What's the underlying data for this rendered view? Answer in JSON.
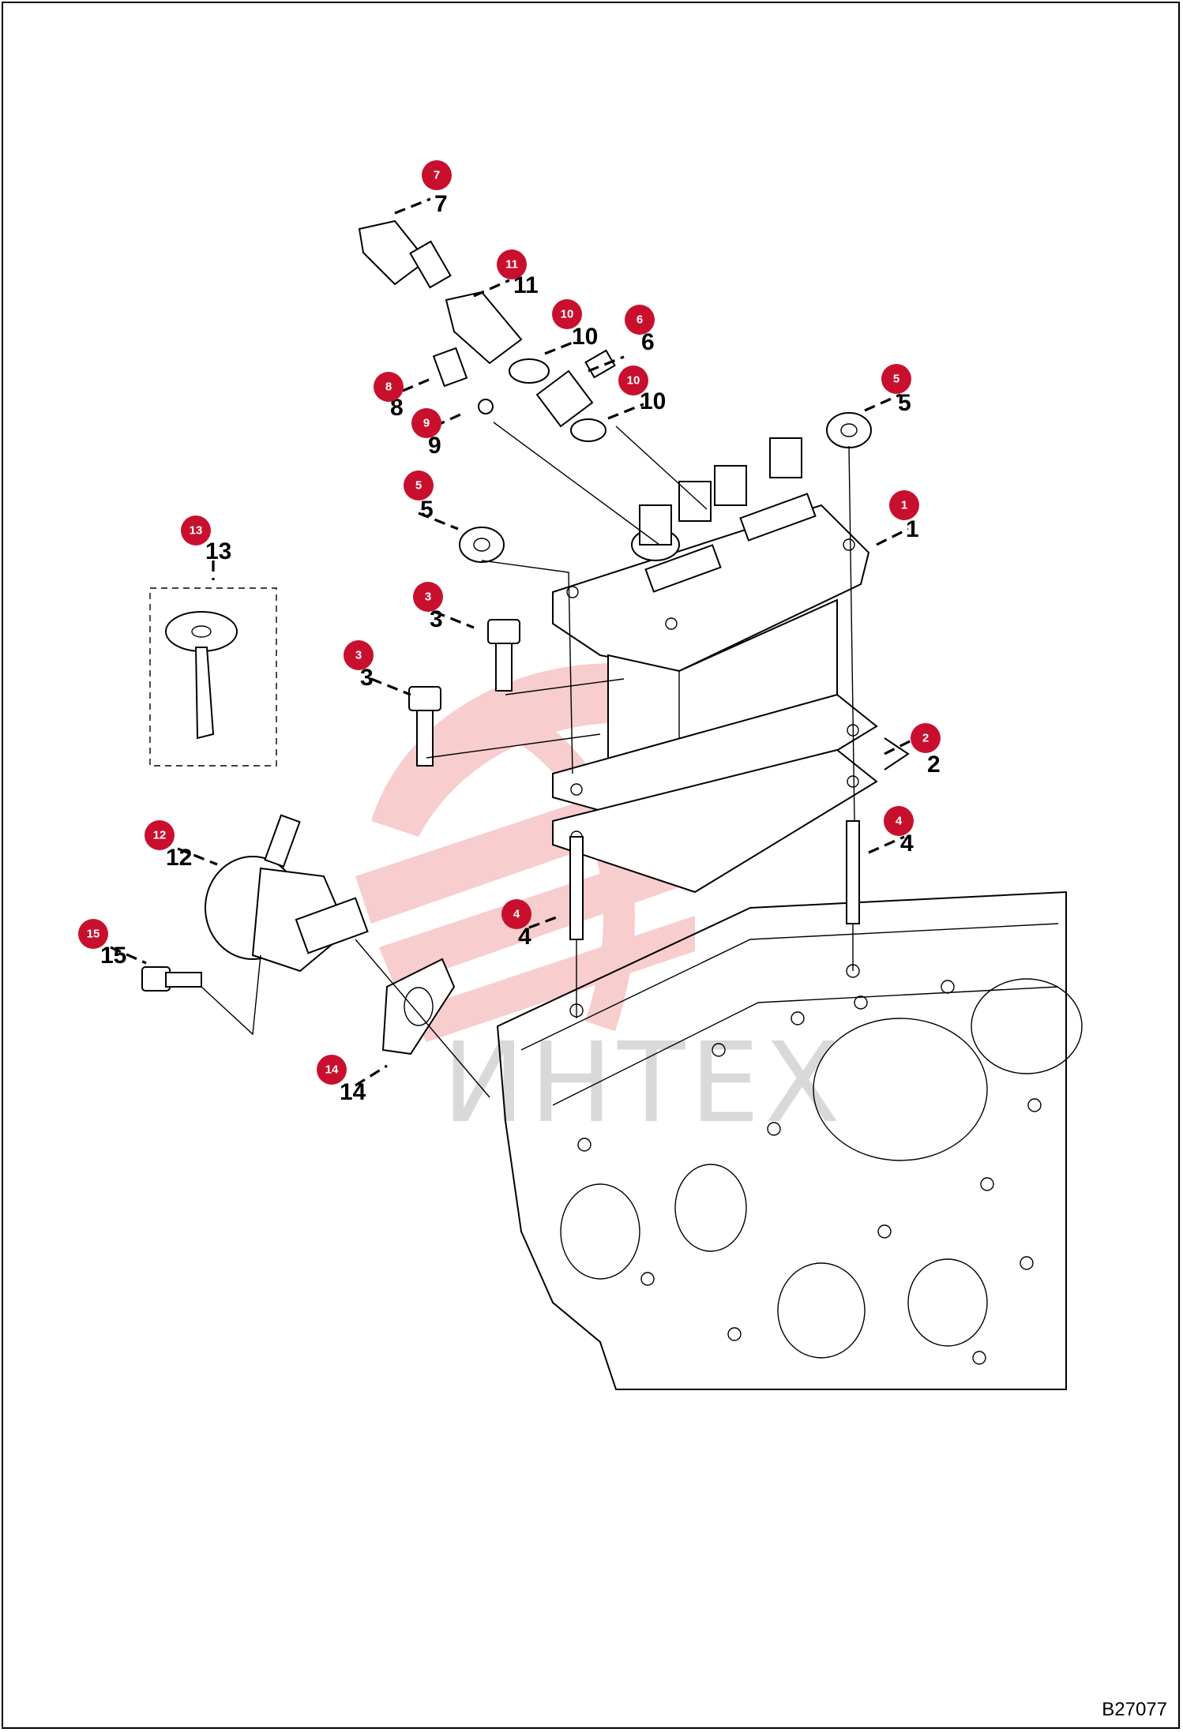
{
  "diagram": {
    "code": "B27077",
    "watermark": "ИНТЕХ",
    "callouts": [
      {
        "id": "c7",
        "label": "7",
        "plain": "7"
      },
      {
        "id": "c11",
        "label": "11",
        "plain": "11"
      },
      {
        "id": "c10a",
        "label": "10",
        "plain": "10"
      },
      {
        "id": "c6",
        "label": "6",
        "plain": "6"
      },
      {
        "id": "c8",
        "label": "8",
        "plain": "8"
      },
      {
        "id": "c10b",
        "label": "10",
        "plain": "10"
      },
      {
        "id": "c9",
        "label": "9",
        "plain": "9"
      },
      {
        "id": "c5a",
        "label": "5",
        "plain": "5"
      },
      {
        "id": "c5b",
        "label": "5",
        "plain": "5"
      },
      {
        "id": "c1",
        "label": "1",
        "plain": "1"
      },
      {
        "id": "c13",
        "label": "13",
        "plain": "13"
      },
      {
        "id": "c3a",
        "label": "3",
        "plain": "3"
      },
      {
        "id": "c3b",
        "label": "3",
        "plain": "3"
      },
      {
        "id": "c2",
        "label": "2",
        "plain": "2"
      },
      {
        "id": "c4a",
        "label": "4",
        "plain": "4"
      },
      {
        "id": "c12",
        "label": "12",
        "plain": "12"
      },
      {
        "id": "c4b",
        "label": "4",
        "plain": "4"
      },
      {
        "id": "c15",
        "label": "15",
        "plain": "15"
      },
      {
        "id": "c14",
        "label": "14",
        "plain": "14"
      }
    ]
  }
}
